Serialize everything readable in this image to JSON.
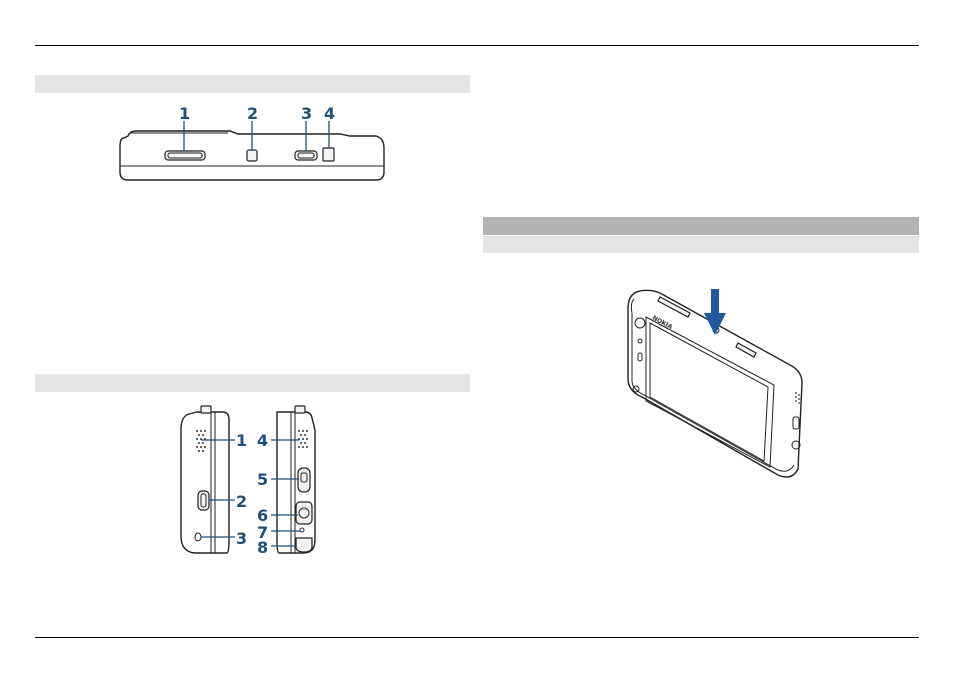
{
  "top_view": {
    "callouts": [
      "1",
      "2",
      "3",
      "4"
    ]
  },
  "side_views": {
    "left_callouts": [
      "1",
      "2",
      "3"
    ],
    "right_callouts": [
      "4",
      "5",
      "6",
      "7",
      "8"
    ]
  },
  "power_figure": {
    "brand_text": "NOKIA"
  },
  "colors": {
    "callout": "#1f4e79",
    "arrow": "#1f5aa0",
    "bar_light": "#e4e4e4",
    "bar_dark": "#b2b2b2"
  }
}
